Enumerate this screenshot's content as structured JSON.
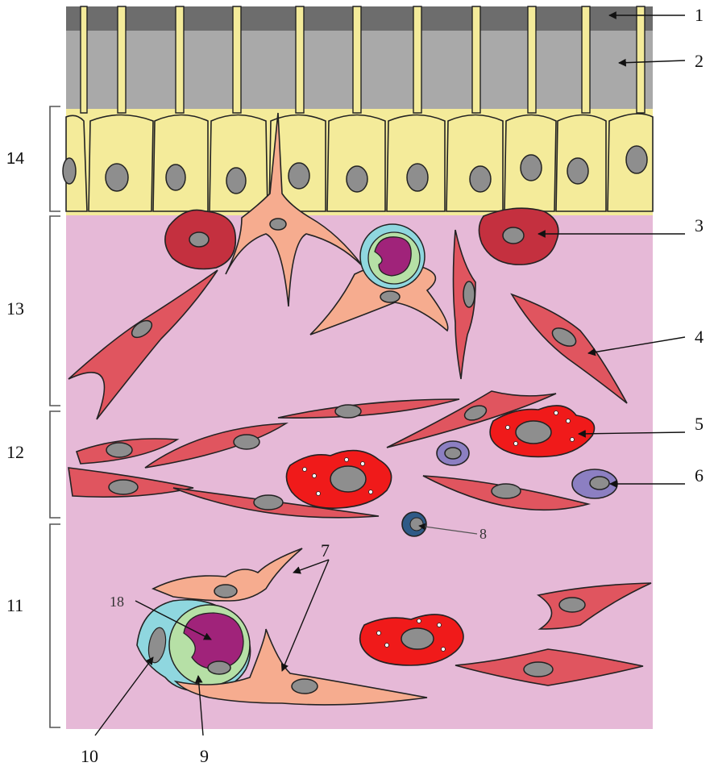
{
  "colors": {
    "lumen_dark": "#6d6d6d",
    "lumen_light": "#a9a9a9",
    "epithelium": "#f4eb9a",
    "connective_tissue": "#e6b9d7",
    "fibroblast": "#e0555f",
    "macrophage": "#c4303f",
    "mast_cell": "#f01a1a",
    "plasma_cell": "#8c7fc2",
    "lymphocyte": "#2f5a87",
    "pericyte": "#f6ac8f",
    "endothelium": "#8fd7df",
    "blood_cell": "#a0237a",
    "nucleus": "#8e8e8e"
  },
  "labels": {
    "l1": "1",
    "l2": "2",
    "l3": "3",
    "l4": "4",
    "l5": "5",
    "l6": "6",
    "l7": "7",
    "l8": "8",
    "l9": "9",
    "l10": "10",
    "l11": "11",
    "l12": "12",
    "l13": "13",
    "l14": "14",
    "l18": "18"
  }
}
